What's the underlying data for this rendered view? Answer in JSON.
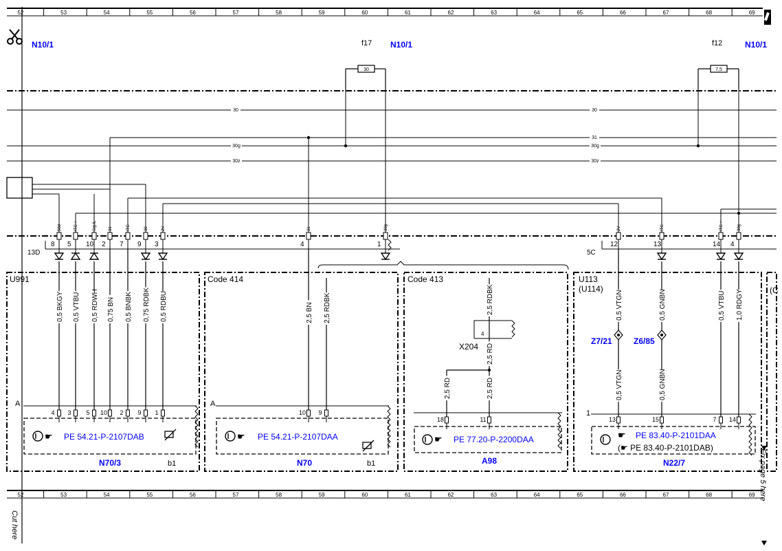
{
  "ruler": {
    "ticks": [
      "52",
      "53",
      "54",
      "55",
      "56",
      "57",
      "58",
      "59",
      "60",
      "61",
      "62",
      "63",
      "64",
      "65",
      "66",
      "67",
      "68",
      "69"
    ]
  },
  "header": {
    "left_module": "N10/1",
    "fuse_1_label": "f17",
    "fuse_1_module": "N10/1",
    "fuse_1_rating": "30",
    "fuse_2_label": "f12",
    "fuse_2_module": "N10/1",
    "fuse_2_rating": "7,5"
  },
  "bus": {
    "line_30_a": "30",
    "line_30_b": "30",
    "line_31": "31",
    "line_30g_a": "30g",
    "line_30g_b": "30g",
    "line_30z_a": "30z",
    "line_30z_b": "30z"
  },
  "connector_left": {
    "name": "13D",
    "pins": [
      "8",
      "5",
      "10",
      "2",
      "7",
      "9",
      "3"
    ],
    "signals": [
      "58d",
      "ITC +",
      "Sig.IL",
      "31",
      "ITC -",
      "30",
      "2V"
    ]
  },
  "connector_mid": {
    "pins": [
      "4",
      "1"
    ],
    "signals": [
      "31",
      "30g"
    ]
  },
  "connector_right": {
    "name": "5C",
    "pins": [
      "12",
      "13",
      "14",
      "4"
    ],
    "signals": [
      "2V",
      "ITC -",
      "ITC +",
      "30g"
    ]
  },
  "box_u991": {
    "title": "U991",
    "wires": [
      "0,5 BKGY",
      "0,5 VTBU",
      "0,5 RDWH",
      "0,75 BN",
      "0,5 BNBK",
      "0,75 RDBK",
      "0,5 RDBU"
    ],
    "terminal_letter": "A",
    "pins": [
      "4",
      "3",
      "5",
      "10",
      "2",
      "9",
      "1"
    ],
    "ref": "PE 54.21-P-2107DAB",
    "component": "N70/3",
    "sub": "b1"
  },
  "box_code414": {
    "title": "Code 414",
    "wires": [
      "2,5 BN",
      "2,5 RDBK"
    ],
    "terminal_letter": "A",
    "pins": [
      "10",
      "9"
    ],
    "ref": "PE 54.21-P-2107DAA",
    "component": "N70",
    "sub": "b1"
  },
  "box_code413": {
    "title": "Code 413",
    "wire_top": "2,5 RDBK",
    "splice_pin": "4",
    "splice": "X204",
    "wire_mid": "2,5 RD",
    "wire_left": "2,5 RD",
    "wire_right": "2,5 RD",
    "pins": [
      "18",
      "11"
    ],
    "ref": "PE 77.20-P-2200DAA",
    "component": "A98"
  },
  "box_u113": {
    "title": "U113",
    "title_alt": "(U114)",
    "wires_top": [
      "0,5 VTGN",
      "0,5 GNBN",
      "0,5 VTBU",
      "1,0 RDGY"
    ],
    "splice_1": "Z7/21",
    "splice_2": "Z6/85",
    "wires_bottom": [
      "0,5 VTGN",
      "0,5 GNBN"
    ],
    "terminal_number": "1",
    "pins": [
      "13",
      "15",
      "7",
      "14"
    ],
    "ref": "PE 83.40-P-2101DAA",
    "ref_alt": "(☛ PE 83.40-P-2101DAB)",
    "component": "N22/7"
  },
  "edge_box_title": "(C",
  "margin": {
    "cut_here": "Cut here",
    "fix_here": "Fix page 5 here"
  }
}
